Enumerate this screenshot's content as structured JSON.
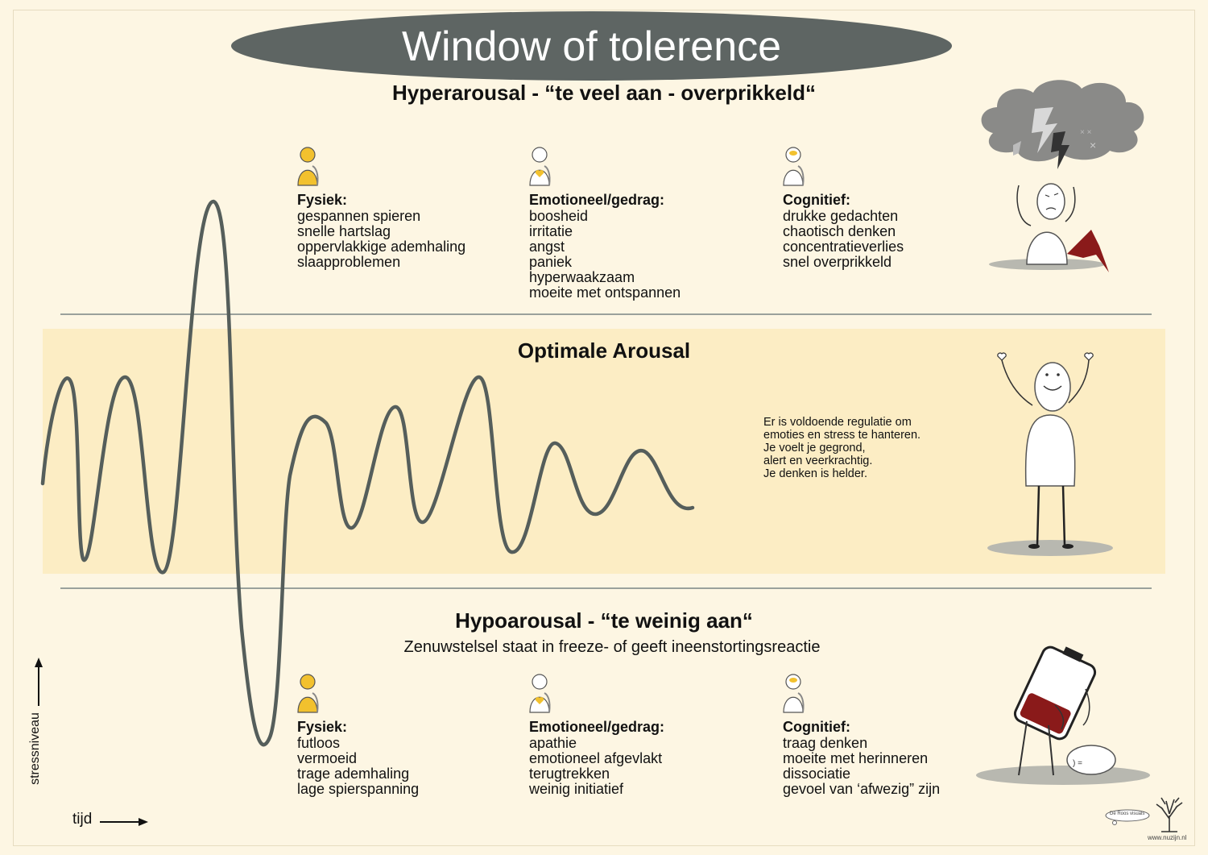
{
  "title": "Window of tolerence",
  "hyper": {
    "heading": "Hyperarousal - “te veel aan - overprikkeld“",
    "columns": [
      {
        "title": "Fysiek:",
        "items": [
          "gespannen spieren",
          "snelle hartslag",
          "oppervlakkige ademhaling",
          "slaapproblemen"
        ]
      },
      {
        "title": "Emotioneel/gedrag:",
        "items": [
          "boosheid",
          "irritatie",
          "angst",
          "paniek",
          "hyperwaakzaam",
          "moeite met ontspannen"
        ]
      },
      {
        "title": "Cognitief:",
        "items": [
          "drukke gedachten",
          "chaotisch denken",
          "concentratieverlies",
          "snel overprikkeld"
        ]
      }
    ]
  },
  "optimal": {
    "heading": "Optimale Arousal",
    "text": [
      "Er is voldoende regulatie om",
      "emoties en stress te hanteren.",
      "Je voelt je gegrond,",
      "alert en veerkrachtig.",
      "Je denken is helder."
    ]
  },
  "hypo": {
    "heading": "Hypoarousal - “te weinig aan“",
    "subtitle": "Zenuwstelsel staat in freeze- of geeft ineenstortingsreactie",
    "columns": [
      {
        "title": "Fysiek:",
        "items": [
          "futloos",
          "vermoeid",
          "trage ademhaling",
          "lage spierspanning"
        ]
      },
      {
        "title": "Emotioneel/gedrag:",
        "items": [
          "apathie",
          "emotioneel afgevlakt",
          "terugtrekken",
          "weinig initiatief"
        ]
      },
      {
        "title": "Cognitief:",
        "items": [
          "traag denken",
          "moeite met herinneren",
          "dissociatie",
          "gevoel van ‘afwezig” zijn"
        ]
      }
    ]
  },
  "axes": {
    "y_label": "stressniveau",
    "x_label": "tijd"
  },
  "footer": {
    "logo_text": "De Roos visuals",
    "url": "www.nuzijn.nl"
  },
  "colors": {
    "pill": "#5e6563",
    "curve": "#555e5b",
    "band": "#fcedc4",
    "background": "#fdf6e3",
    "accent_yellow": "#f2c12e",
    "battery_red": "#8a1a1a"
  }
}
